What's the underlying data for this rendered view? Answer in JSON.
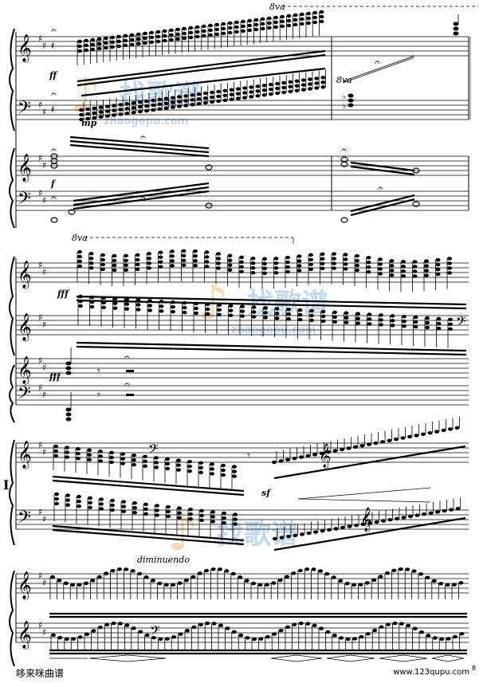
{
  "page": {
    "footer_left": "哆来咪曲谱",
    "footer_right": "www.123qupu.com",
    "page_number": "8"
  },
  "markings": {
    "ottava": "8va",
    "ff": "ff",
    "mp": "mp",
    "f": "f",
    "fff": "fff",
    "sf": "sf",
    "diminuendo": "diminuendo",
    "rehearsal_I": "I",
    "flat_paren": "(♭)"
  },
  "watermark": {
    "text_cn": "找歌谱",
    "text_url": "zhaogepu.com",
    "color": "#f5b870",
    "color_blue": "#8fb9e8"
  }
}
